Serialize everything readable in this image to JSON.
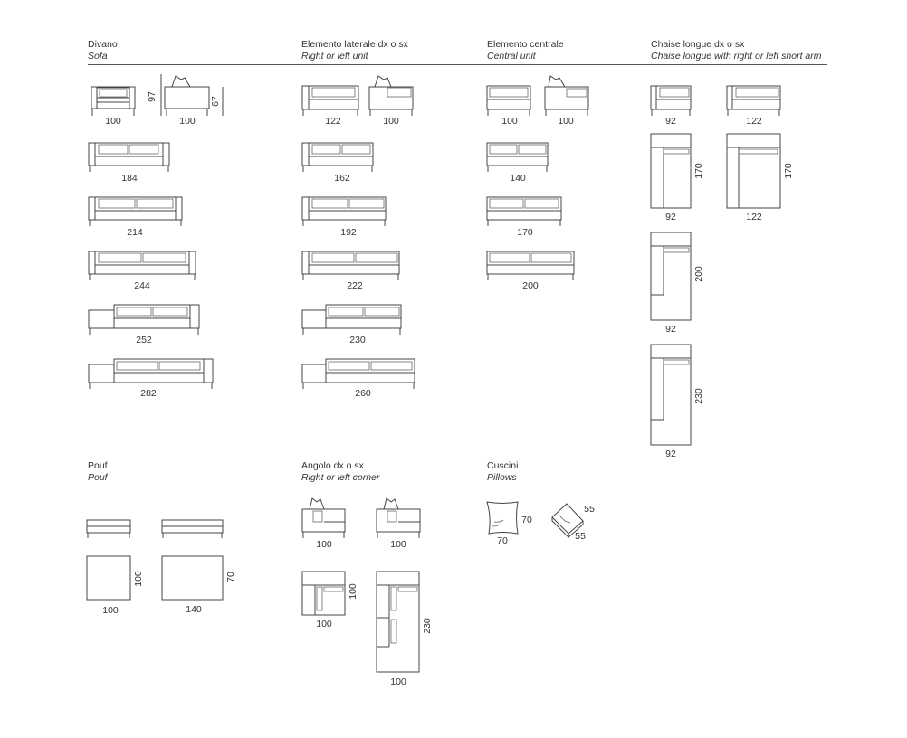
{
  "sections": {
    "sofa": {
      "title": "Divano",
      "subtitle": "Sofa"
    },
    "side": {
      "title": "Elemento laterale dx o sx",
      "subtitle": "Right or left unit"
    },
    "central": {
      "title": "Elemento centrale",
      "subtitle": "Central unit"
    },
    "chaise": {
      "title": "Chaise longue dx o sx",
      "subtitle": "Chaise longue with right or left short arm"
    },
    "pouf": {
      "title": "Pouf",
      "subtitle": "Pouf"
    },
    "corner": {
      "title": "Angolo dx o sx",
      "subtitle": "Right or left corner"
    },
    "pillows": {
      "title": "Cuscini",
      "subtitle": "Pillows"
    }
  },
  "dimensions": {
    "sofa": {
      "single": "100",
      "side_width": "100",
      "height_back": "97",
      "height_arm": "67",
      "w184": "184",
      "w214": "214",
      "w244": "244",
      "w252": "252",
      "w282": "282"
    },
    "side": {
      "w122": "122",
      "side_width": "100",
      "w162": "162",
      "w192": "192",
      "w222": "222",
      "w230": "230",
      "w260": "260"
    },
    "central": {
      "w100": "100",
      "side_width": "100",
      "w140": "140",
      "w170": "170",
      "w200": "200"
    },
    "chaise": {
      "w92": "92",
      "w122": "122",
      "p92_170_w": "92",
      "p92_170_l": "170",
      "p122_170_w": "122",
      "p122_170_l": "170",
      "p92_200_w": "92",
      "p92_200_l": "200",
      "p92_230_w": "92",
      "p92_230_l": "230"
    },
    "pouf": {
      "sq_w": "100",
      "sq_d": "100",
      "rect_w": "140",
      "rect_d": "70"
    },
    "corner": {
      "front_a": "100",
      "front_b": "100",
      "plan_a_w": "100",
      "plan_a_d": "100",
      "plan_b_w": "100",
      "plan_b_l": "230"
    },
    "pillows": {
      "p70_w": "70",
      "p70_h": "70",
      "p55_a": "55",
      "p55_b": "55"
    }
  }
}
